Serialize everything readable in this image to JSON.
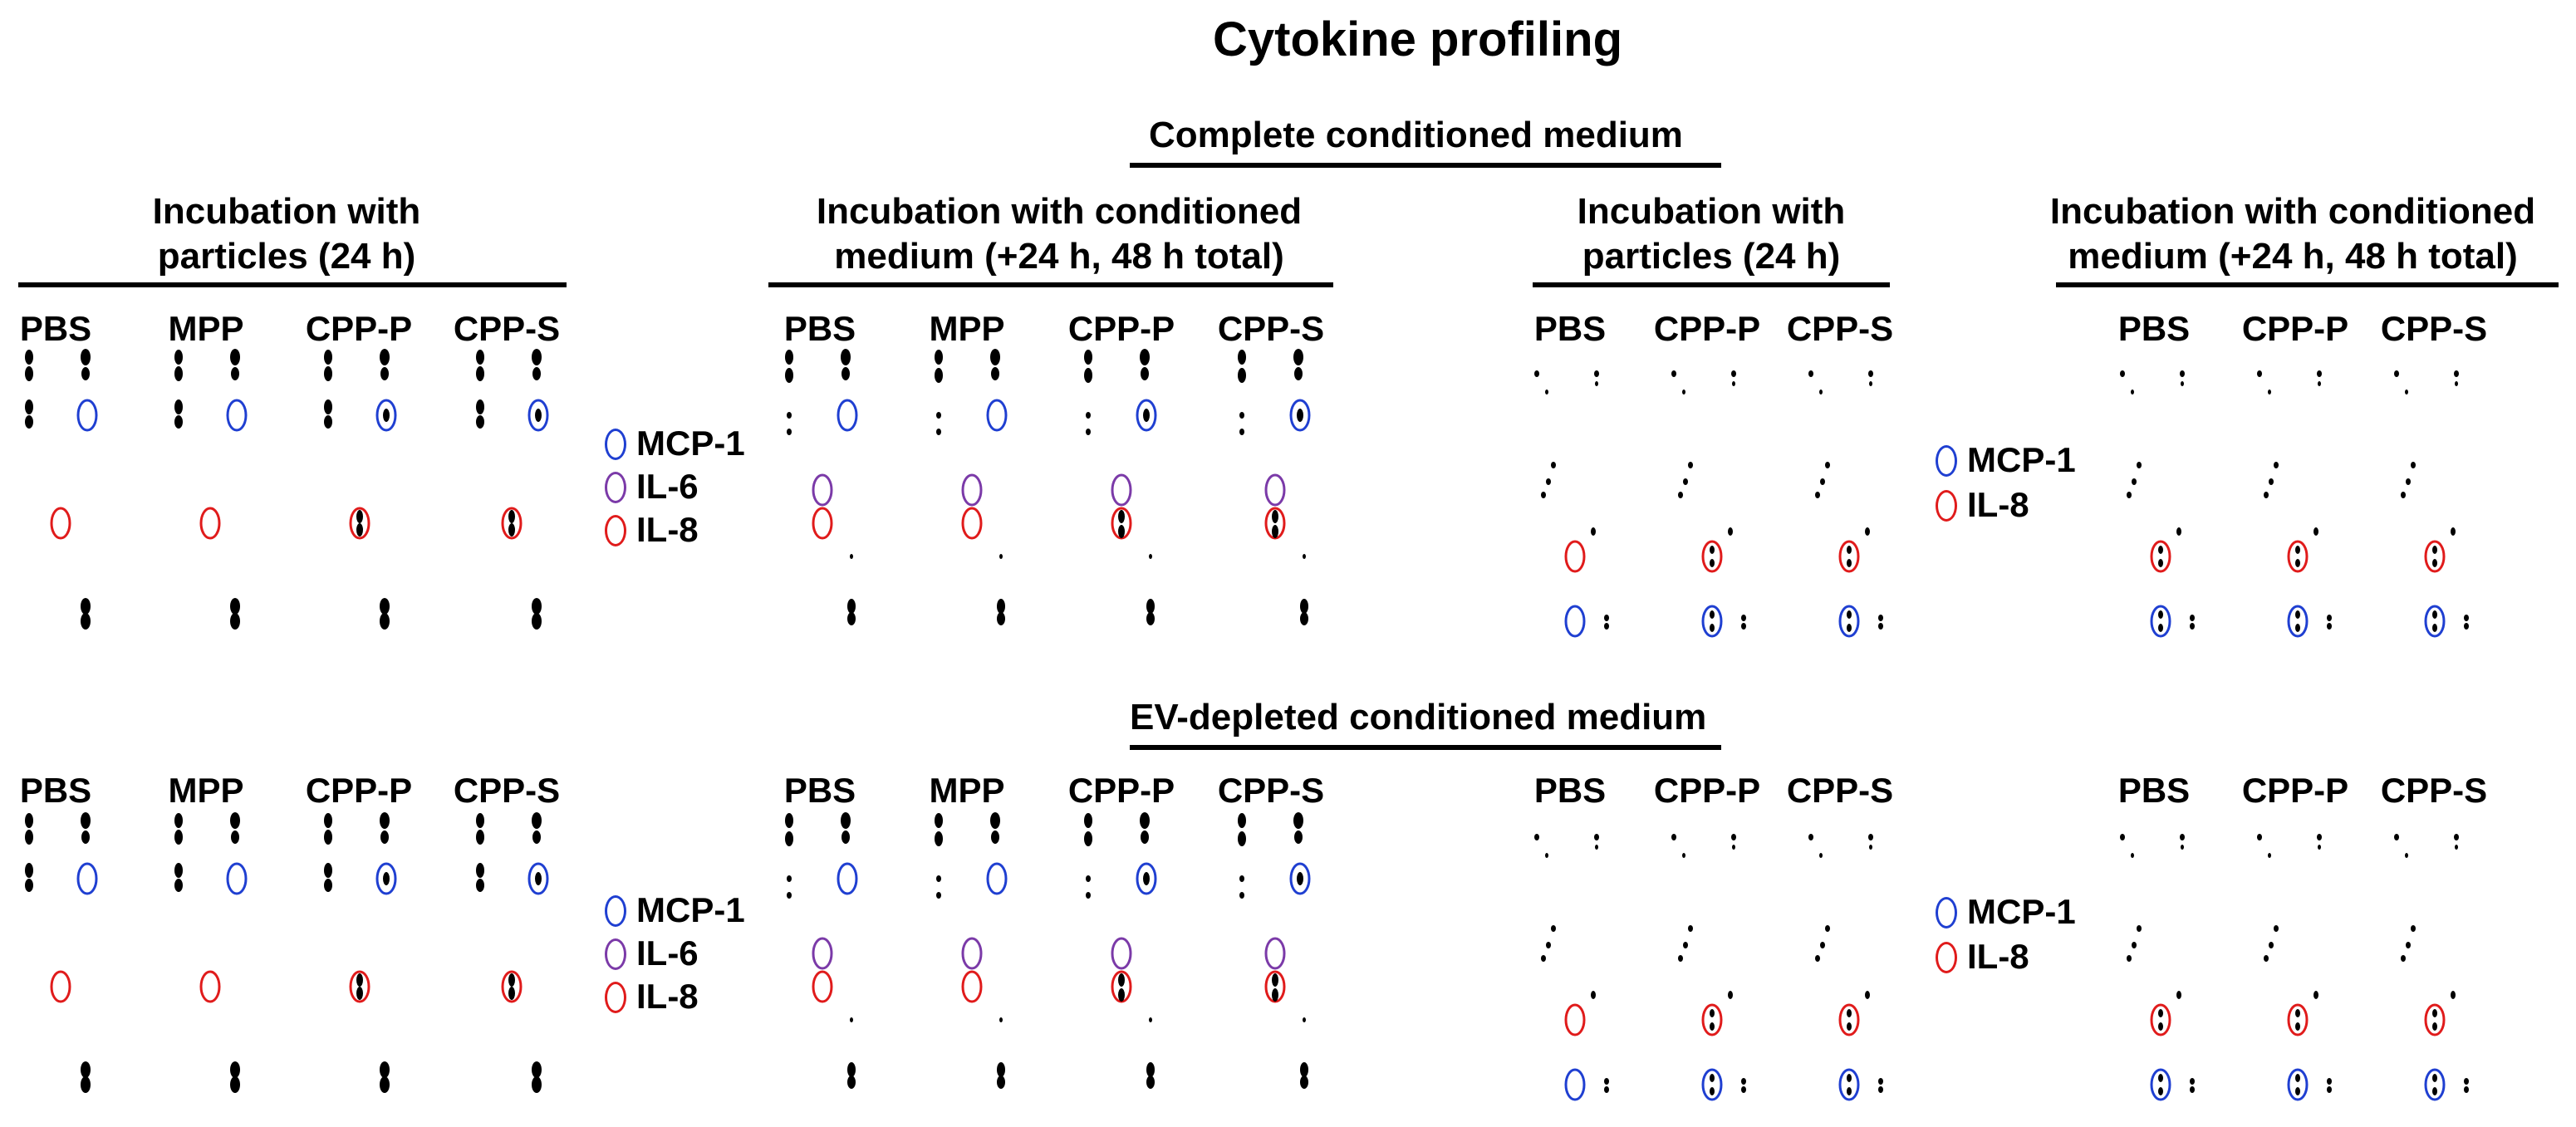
{
  "title": "Cytokine profiling",
  "sections": {
    "complete": "Complete conditioned medium",
    "ev_depleted": "EV-depleted conditioned medium"
  },
  "headers": {
    "particles_a": "Incubation with",
    "particles_b": "particles (24 h)",
    "medium_a": "Incubation with conditioned",
    "medium_b": "medium (+24 h, 48 h total)"
  },
  "labels": {
    "group4": [
      "PBS",
      "MPP",
      "CPP-P",
      "CPP-S"
    ],
    "group3": [
      "PBS",
      "CPP-P",
      "CPP-S"
    ]
  },
  "legend": {
    "mcp1": "MCP-1",
    "il6": "IL-6",
    "il8": "IL-8"
  },
  "colors": {
    "mcp1": "#1f3fd1",
    "il6": "#7b3aa8",
    "il8": "#e01b1b",
    "dots": "#000000"
  }
}
